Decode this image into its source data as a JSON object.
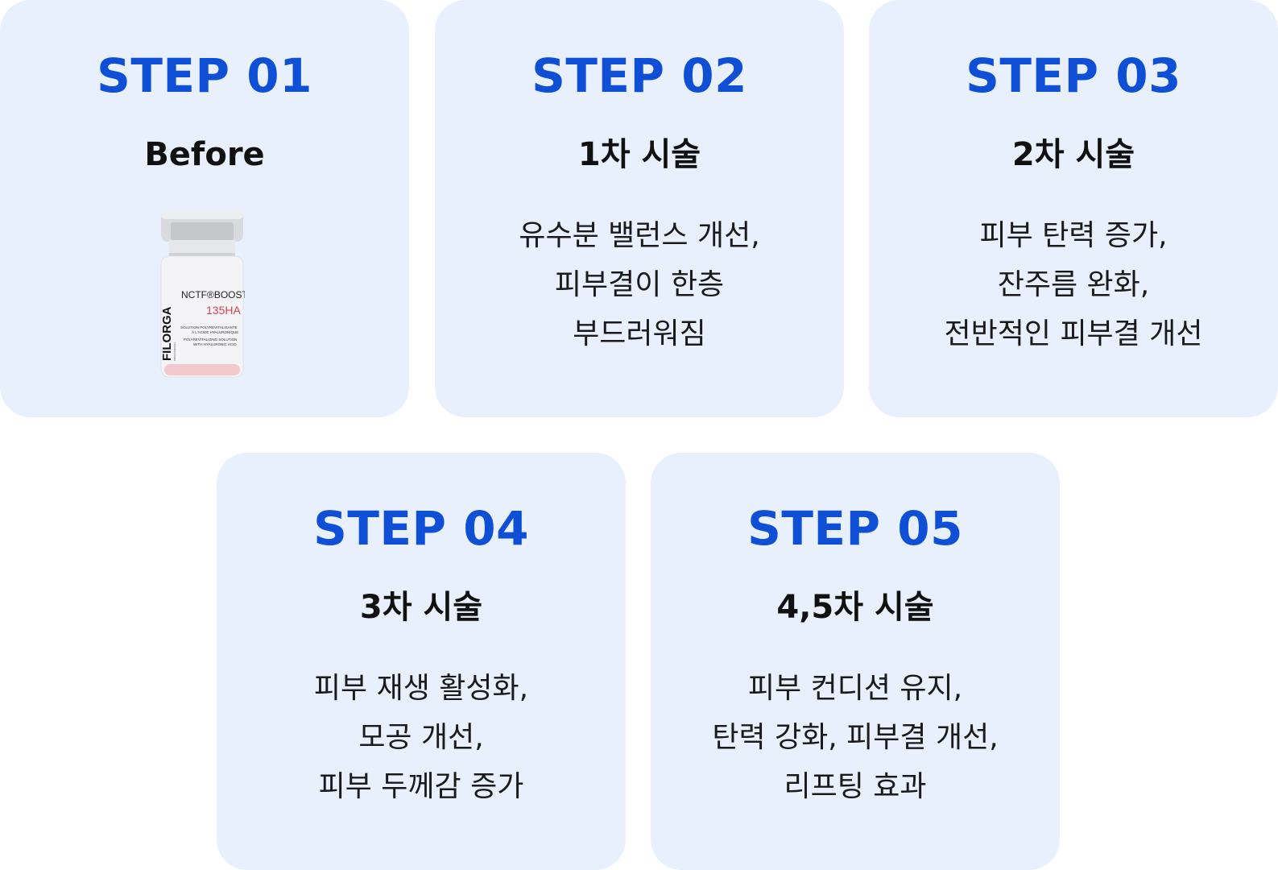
{
  "steps": [
    {
      "step": "STEP 01",
      "title": "Before",
      "lines": []
    },
    {
      "step": "STEP 02",
      "title": "1차 시술",
      "lines": [
        "유수분 밸런스 개선,",
        "피부결이 한층",
        "부드러워짐"
      ]
    },
    {
      "step": "STEP 03",
      "title": "2차 시술",
      "lines": [
        "피부 탄력 증가,",
        "잔주름 완화,",
        "전반적인 피부결 개선"
      ]
    },
    {
      "step": "STEP 04",
      "title": "3차 시술",
      "lines": [
        "피부 재생 활성화,",
        "모공 개선,",
        "피부 두께감 증가"
      ]
    },
    {
      "step": "STEP 05",
      "title": "4,5차 시술",
      "lines": [
        "피부 컨디션 유지,",
        "탄력 강화, 피부결 개선,",
        "리프팅 효과"
      ]
    }
  ],
  "product": {
    "brand": "FILORGA",
    "brand_sub": "PROFESSIONAL",
    "name": "NCTF®BOOST",
    "variant": "135HA",
    "desc_lines": [
      "SOLUTION POLYREVITALISANTE",
      "À L'ACIDE HYALURONIQUE",
      "POLYREVITALIZING SOLUTION",
      "WITH HYALURONIC ACID"
    ]
  },
  "colors": {
    "accent": "#0e4fd6",
    "card_bg": "#e8f0fd",
    "product_red": "#d9434e"
  }
}
